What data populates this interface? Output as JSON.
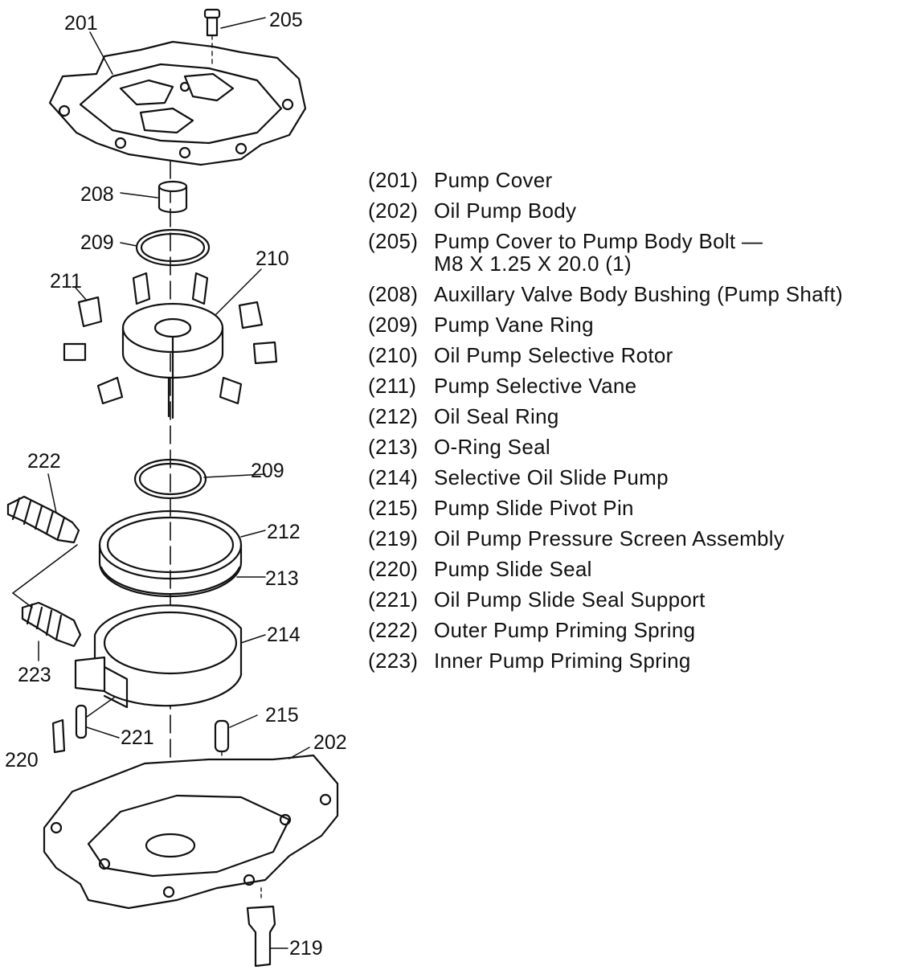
{
  "callouts": {
    "c201": "201",
    "c205": "205",
    "c208": "208",
    "c209a": "209",
    "c210": "210",
    "c211": "211",
    "c209b": "209",
    "c222": "222",
    "c212": "212",
    "c213": "213",
    "c214": "214",
    "c223": "223",
    "c215": "215",
    "c220": "220",
    "c221": "221",
    "c202": "202",
    "c219": "219"
  },
  "legend": [
    {
      "num": "(201)",
      "desc": "Pump Cover"
    },
    {
      "num": "(202)",
      "desc": "Oil Pump Body"
    },
    {
      "num": "(205)",
      "desc": "Pump Cover to Pump Body Bolt —\nM8 X 1.25 X 20.0 (1)"
    },
    {
      "num": "(208)",
      "desc": "Auxillary Valve Body Bushing (Pump Shaft)"
    },
    {
      "num": "(209)",
      "desc": "Pump Vane Ring"
    },
    {
      "num": "(210)",
      "desc": "Oil Pump Selective Rotor"
    },
    {
      "num": "(211)",
      "desc": "Pump Selective Vane"
    },
    {
      "num": "(212)",
      "desc": "Oil Seal Ring"
    },
    {
      "num": "(213)",
      "desc": "O-Ring Seal"
    },
    {
      "num": "(214)",
      "desc": "Selective Oil Slide Pump"
    },
    {
      "num": "(215)",
      "desc": "Pump Slide Pivot Pin"
    },
    {
      "num": "(219)",
      "desc": "Oil Pump Pressure Screen Assembly"
    },
    {
      "num": "(220)",
      "desc": "Pump Slide Seal"
    },
    {
      "num": "(221)",
      "desc": "Oil Pump Slide Seal Support"
    },
    {
      "num": "(222)",
      "desc": "Outer Pump Priming Spring"
    },
    {
      "num": "(223)",
      "desc": "Inner Pump Priming Spring"
    }
  ]
}
